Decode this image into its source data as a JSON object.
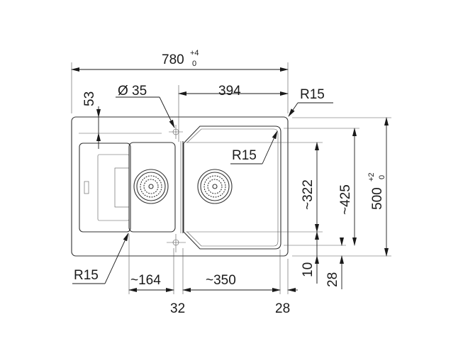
{
  "drawing": {
    "overall_width": {
      "value": "780",
      "tol_upper": "+4",
      "tol_lower": "0"
    },
    "overall_depth": {
      "value": "500",
      "tol_upper": "+2",
      "tol_lower": "0"
    },
    "drainer_offset": "53",
    "tap_hole": "Ø 35",
    "bowl_right_offset": "394",
    "radius_outer": "R15",
    "radius_bowl": "R15",
    "radius_small_bowl": "R15",
    "bowl_depth": "~322",
    "bowl_depth_total": "~425",
    "bottom_margin_10": "10",
    "bottom_margin_28": "28",
    "small_bowl_width": "~164",
    "large_bowl_width": "~350",
    "divider_width": "32",
    "right_margin": "28"
  }
}
